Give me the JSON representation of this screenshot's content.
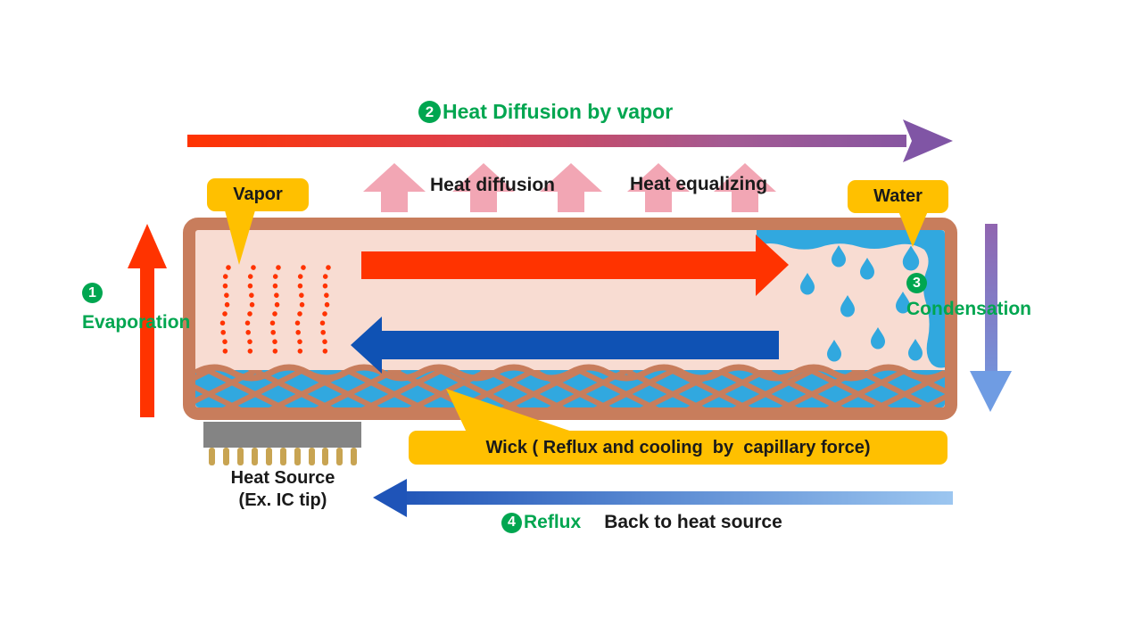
{
  "title": {
    "number": "2",
    "text": "Heat Diffusion by vapor"
  },
  "top_labels": {
    "heat_diffusion": "Heat diffusion",
    "heat_equalizing": "Heat equalizing"
  },
  "callouts": {
    "vapor": "Vapor",
    "water": "Water",
    "wick": "Wick ( Reflux and cooling  by  capillary force)"
  },
  "steps": {
    "evaporation": {
      "number": "1",
      "label": "Evaporation"
    },
    "condensation": {
      "number": "3",
      "label": "Condensation"
    },
    "reflux": {
      "number": "4",
      "label": "Reflux",
      "suffix": "Back to heat source"
    }
  },
  "heat_source": {
    "line1": "Heat Source",
    "line2": "(Ex. IC tip)"
  },
  "colors": {
    "accent_green": "#00a650",
    "label_yellow": "#ffc000",
    "pipe_copper": "#c87d5c",
    "pipe_inner_pink": "#f8dcd2",
    "hot_red": "#ff3300",
    "cold_blue": "#0f52b4",
    "water_cyan": "#31a8df",
    "vapor_pink": "#f2a6b4",
    "gradient_purple_end": "#8055a5",
    "gradient_blue_end": "#6f9ce3",
    "heat_sink_gray": "#848484",
    "pin_gold": "#c8a452"
  }
}
